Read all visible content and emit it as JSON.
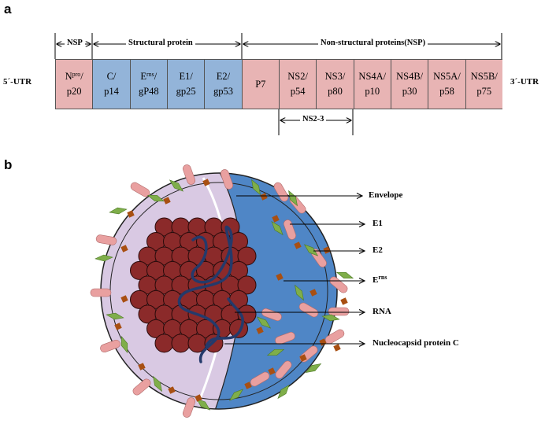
{
  "panel_a": {
    "letter": "a",
    "utr5": "5´-UTR",
    "utr3": "3´-UTR",
    "nsp_label": "NSP",
    "structural_label": "Structural protein",
    "nonstructural_label": "Non-structural proteins(NSP)",
    "ns23_label": "NS2-3",
    "genes": [
      {
        "base": "N",
        "sup": "pro",
        "tail": "/",
        "second": "p20",
        "color": "#e8b4b4"
      },
      {
        "base": "C/",
        "sup": "",
        "tail": "",
        "second": "p14",
        "color": "#93b4d9"
      },
      {
        "base": "E",
        "sup": "rns",
        "tail": "/",
        "second": "gP48",
        "color": "#93b4d9"
      },
      {
        "base": "E1/",
        "sup": "",
        "tail": "",
        "second": "gp25",
        "color": "#93b4d9"
      },
      {
        "base": "E2/",
        "sup": "",
        "tail": "",
        "second": "gp53",
        "color": "#93b4d9"
      },
      {
        "base": "P7",
        "sup": "",
        "tail": "",
        "second": "",
        "color": "#e8b4b4"
      },
      {
        "base": "NS2/",
        "sup": "",
        "tail": "",
        "second": "p54",
        "color": "#e8b4b4"
      },
      {
        "base": "NS3/",
        "sup": "",
        "tail": "",
        "second": "p80",
        "color": "#e8b4b4"
      },
      {
        "base": "NS4A/",
        "sup": "",
        "tail": "",
        "second": "p10",
        "color": "#e8b4b4"
      },
      {
        "base": "NS4B/",
        "sup": "",
        "tail": "",
        "second": "p30",
        "color": "#e8b4b4"
      },
      {
        "base": "NS5A/",
        "sup": "",
        "tail": "",
        "second": "p58",
        "color": "#e8b4b4"
      },
      {
        "base": "NS5B/",
        "sup": "",
        "tail": "",
        "second": "p75",
        "color": "#e8b4b4"
      }
    ]
  },
  "panel_b": {
    "letter": "b",
    "envelope": "Envelope",
    "e1": "E1",
    "e2": "E2",
    "erns_base": "E",
    "erns_sup": "rns",
    "rna": "RNA",
    "capsid": "Nucleocapsid protein C"
  },
  "colors": {
    "pink": "#e8b4b4",
    "blue_gene": "#93b4d9",
    "envelope_blue": "#4f86c6",
    "lavender": "#d9c9e3",
    "nucleocapsid": "#8b2a2a",
    "rna": "#243a6b",
    "leaf": "#7fae4a",
    "diamond": "#a84f12",
    "pill": "#e9a0a0"
  }
}
